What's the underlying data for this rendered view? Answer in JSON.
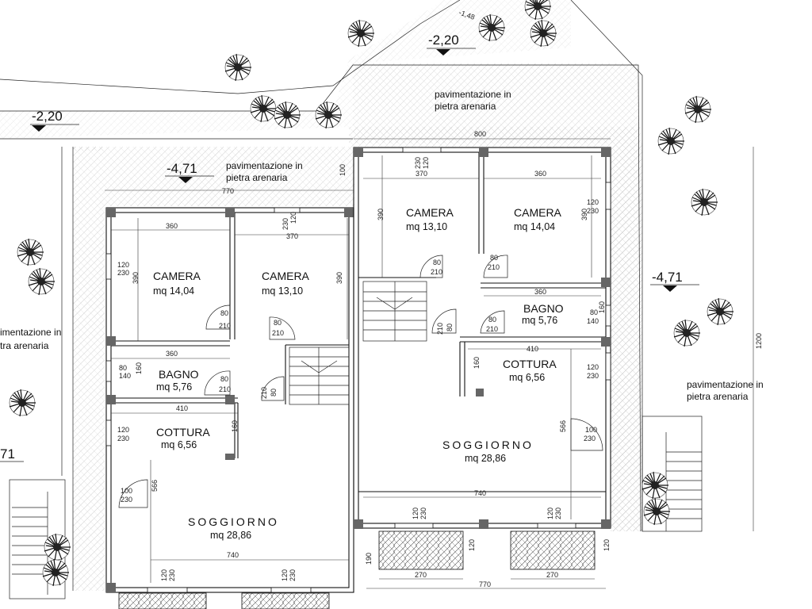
{
  "levels": {
    "top_left": "-2,20",
    "top_mid": "-2,20",
    "top_right": "-1,48",
    "upper_left": "-4,71",
    "right": "-4,71",
    "left_edge": "71"
  },
  "paving": {
    "line1": "pavimentazione in",
    "line2": "pietra arenaria",
    "left_edge_line1": "imentazione in",
    "left_edge_line2": "tra arenaria"
  },
  "left_unit": {
    "camera_a": {
      "name": "CAMERA",
      "area": "mq 14,04"
    },
    "camera_b": {
      "name": "CAMERA",
      "area": "mq 13,10"
    },
    "bagno": {
      "name": "BAGNO",
      "area": "mq 5,76"
    },
    "cottura": {
      "name": "COTTURA",
      "area": "mq 6,56"
    },
    "soggiorno": {
      "name": "SOGGIORNO",
      "area": "mq 28,86"
    }
  },
  "right_unit": {
    "camera_a": {
      "name": "CAMERA",
      "area": "mq 13,10"
    },
    "camera_b": {
      "name": "CAMERA",
      "area": "mq 14,04"
    },
    "bagno": {
      "name": "BAGNO",
      "area": "mq 5,76"
    },
    "cottura": {
      "name": "COTTURA",
      "area": "mq 6,56"
    },
    "soggiorno": {
      "name": "SOGGIORNO",
      "area": "mq 28,86"
    }
  },
  "dims": {
    "d800": "800",
    "d770": "770",
    "d770b": "770",
    "d370": "370",
    "d360": "360",
    "d410": "410",
    "d740": "740",
    "d270": "270",
    "d1200": "1200",
    "d390": "390",
    "d160": "160",
    "d566": "566",
    "d100": "100",
    "d190": "190",
    "d120": "120"
  },
  "openings": {
    "win_120_230": [
      "120",
      "230"
    ],
    "win_80_140": [
      "80",
      "140"
    ],
    "door_80_210": [
      "80",
      "210"
    ],
    "door_100_230": [
      "100",
      "230"
    ],
    "w120_230_stack": [
      "120",
      "230"
    ]
  }
}
